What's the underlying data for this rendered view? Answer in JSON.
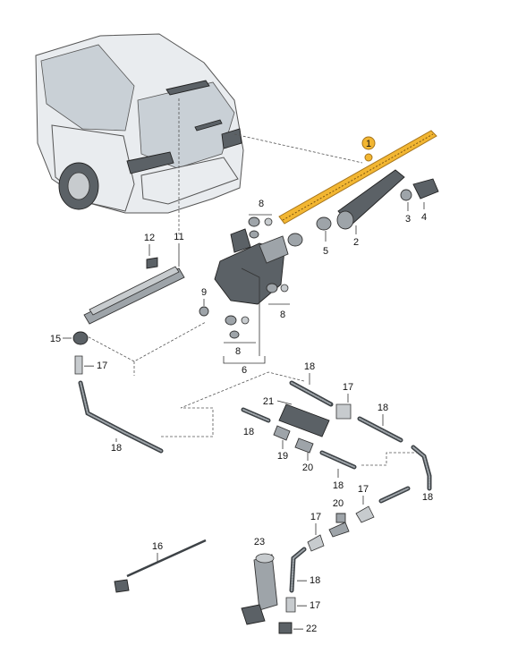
{
  "callouts": {
    "c1": "1",
    "c2": "2",
    "c3": "3",
    "c4": "4",
    "c5": "5",
    "c6": "6",
    "c7": "— 17",
    "c8a": "8",
    "c8b": "8",
    "c8c": "8",
    "c9": "9",
    "c11": "11",
    "c12": "12",
    "c15": "15",
    "c16": "16",
    "c17a": "17",
    "c17b": "17",
    "c17c": "17",
    "c17d": "— 17",
    "c18a": "18",
    "c18b": "18",
    "c18c": "18",
    "c18d": "18",
    "c18e": "18",
    "c18f": "18",
    "c18g": "— 18",
    "c19": "19",
    "c20a": "20",
    "c20b": "20",
    "c21": "21",
    "c22": "— 22",
    "c23": "23"
  },
  "colors": {
    "highlight": "#f2b632",
    "highlight_stroke": "#a6741a",
    "part": "#9ea4a9",
    "hose": "#3d4246"
  }
}
